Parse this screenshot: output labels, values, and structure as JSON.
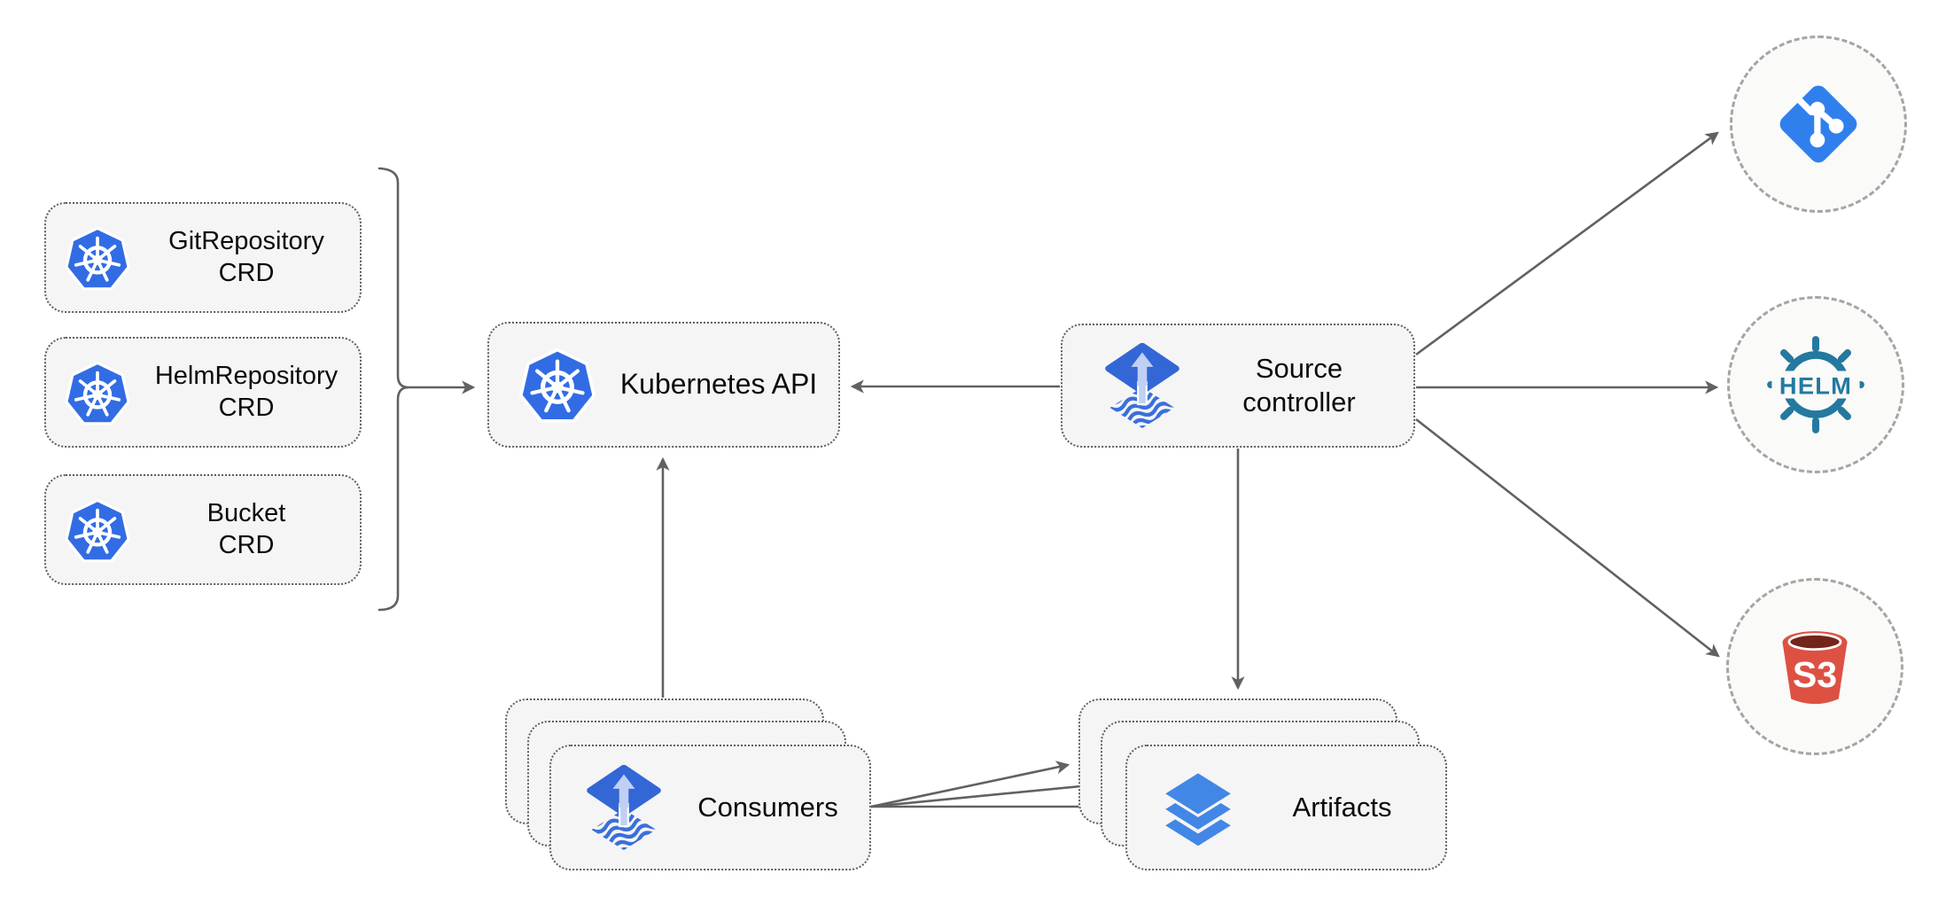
{
  "diagram": {
    "crd_boxes": [
      {
        "name": "GitRepository",
        "type": "CRD",
        "icon": "kubernetes-icon"
      },
      {
        "name": "HelmRepository",
        "type": "CRD",
        "icon": "kubernetes-icon"
      },
      {
        "name": "Bucket",
        "type": "CRD",
        "icon": "kubernetes-icon"
      }
    ],
    "kubernetes_api": {
      "label": "Kubernetes API",
      "icon": "kubernetes-icon"
    },
    "source_controller": {
      "label": "Source controller",
      "icon": "flux-source-controller-icon"
    },
    "consumers": {
      "label": "Consumers",
      "icon": "flux-source-controller-icon"
    },
    "artifacts": {
      "label": "Artifacts",
      "icon": "layers-icon"
    },
    "sources": {
      "git": {
        "icon": "git-icon"
      },
      "helm": {
        "icon": "helm-icon",
        "text": "HELM"
      },
      "s3": {
        "icon": "s3-bucket-icon",
        "text": "S3"
      }
    },
    "connections": [
      "crd-brace -> kubernetes-api",
      "source-controller -> kubernetes-api",
      "source-controller -> git",
      "source-controller -> helm",
      "source-controller -> s3",
      "source-controller -> artifacts",
      "consumers -> kubernetes-api",
      "consumers -> artifacts (x3)"
    ],
    "colors": {
      "kubernetes_blue": "#326CE5",
      "flux_blue": "#3367D6",
      "flux_arrow_light": "#BFD0F4",
      "layers_blue": "#4287E6",
      "git_blue": "#2F80ED",
      "helm_teal": "#24799F",
      "s3_red": "#DD5143",
      "s3_dark": "#73241B",
      "arrow_gray": "#616161",
      "node_fill": "#F5F5F5"
    }
  }
}
